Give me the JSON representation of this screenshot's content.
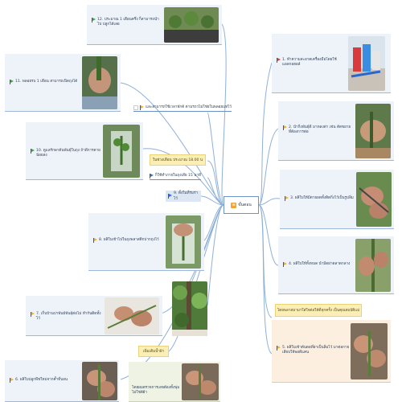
{
  "center": {
    "title": "ขั้นตอน",
    "icon_name": "document-icon"
  },
  "colors": {
    "red_flag": "#e03b3b",
    "yellow_flag": "#f2b01e",
    "green_flag": "#2fae3c",
    "blue_flag": "#2f6fd6",
    "line": "#8fb0d8",
    "note_bg": "#fbefb5"
  },
  "right_steps": [
    {
      "text": "1. ทำความสะอาดเครื่องมือโดยใช้แอลกอฮอล์",
      "flag": "red",
      "photo": "tools-and-bottles-photo"
    },
    {
      "text": "2. นำกิ่งพันธุ์ดี มาหลงต่า เช่น ตัดขยาย ที่ต้องการต่อ",
      "flag": "yellow",
      "photo": "hand-cutting-photo"
    },
    {
      "text": "3. ผลิใบให้มีตายอดทั้งติดกิ่งไว้เป็นรูปลิ่ม",
      "flag": "yellow",
      "photo": "cutting-knife-photo"
    },
    {
      "text": "4. ผลิใบให้ทั้งหมด นำมีดผ่าตลาดกลาง",
      "flag": "yellow",
      "photo": "stem-split-photo"
    },
    {
      "text": "5. ผลิใบเข้าต้นตอที่ผ่าเป็นลิ่มไว้ มาต่อกาย เสียบให้พอดีแคน",
      "flag": "yellow",
      "photo": "grafting-hands-photo"
    }
  ],
  "right_note": "โดยพลาสมามาใส่ใจต่อให้ดี่ทุกครั้ง เป็นคุณสมบัติแม่",
  "left_steps": [
    {
      "text": "12. ประมาณ 1 เดือนครึ่ง ก็สามารถนำไป ปลูกได้เลย",
      "flag": "green",
      "photo": "potted-seedlings-photo"
    },
    {
      "text": "11. พลอยรบ 1 เดือน สามารถเปิดถุงได้",
      "flag": "green",
      "photo": "open-bag-photo"
    },
    {
      "text": "10. ดูแลรักษาต้นพันธุ์ในถุง ถ้าดีการตายน้อยลง",
      "flag": "green",
      "photo": "bagged-plant-photo"
    },
    {
      "text": "8. ผลิใบเข้าไปในถุงพลาสติกปากถุงไว้",
      "flag": "yellow",
      "photo": "plastic-bag-photo"
    },
    {
      "text": "7. เก็บบ้านปาพันธ์พันธุ์ต่อไม่ ทำกันติดทั้งไว้",
      "flag": "yellow",
      "photo": "tying-hands-photo"
    },
    {
      "text": "6. ผลิใบปลูกพืชใหม่จากค้ำที่บอน",
      "flag": "yellow",
      "photo": "wrapping-hands-photo"
    }
  ],
  "branch_notes": {
    "after_12": "และสามารถใช้เวลาพักต้ ตามรถวไม่ใช่ยในพลอยแท่ไว้",
    "temperature": "ในช่วงเดือน ประมาณ 18.00 น",
    "bag_time": "ก็ใช้ทำภายในถุงเสีย 15 นาที",
    "step9": "9. ตั้งในที่ร่มร่าไว้",
    "step6_note_label": "เพิ่มเติมน้ำฝ้า",
    "step6_note_text": "โดยผมตรวจการเลขต้องทั้งพุ่มไม่ใช่ด้ผ้า"
  },
  "standalone_photo": "tree-branch-photo"
}
